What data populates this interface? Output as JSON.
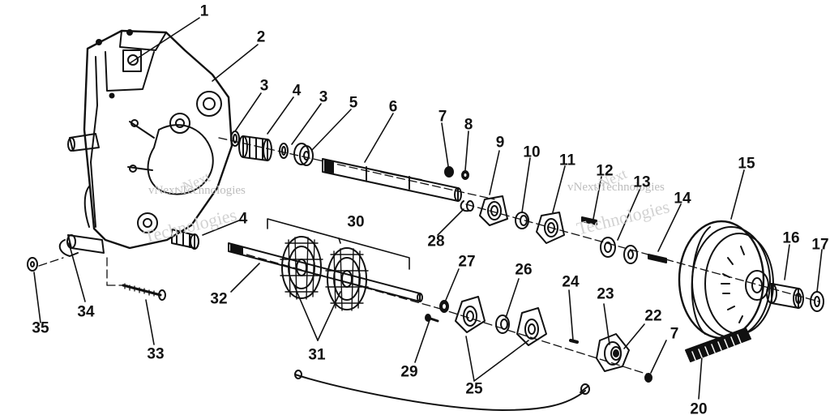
{
  "diagram": {
    "callouts": [
      "1",
      "2",
      "3",
      "4",
      "3",
      "5",
      "6",
      "7",
      "8",
      "9",
      "10",
      "11",
      "12",
      "13",
      "14",
      "15",
      "16",
      "17",
      "4",
      "30",
      "28",
      "32",
      "31",
      "27",
      "26",
      "24",
      "23",
      "22",
      "7",
      "29",
      "25",
      "20",
      "35",
      "34",
      "33"
    ],
    "watermark": {
      "company_line": "vNext Technologies",
      "brand_word": "vNext",
      "tech_word": "Technologies"
    }
  }
}
